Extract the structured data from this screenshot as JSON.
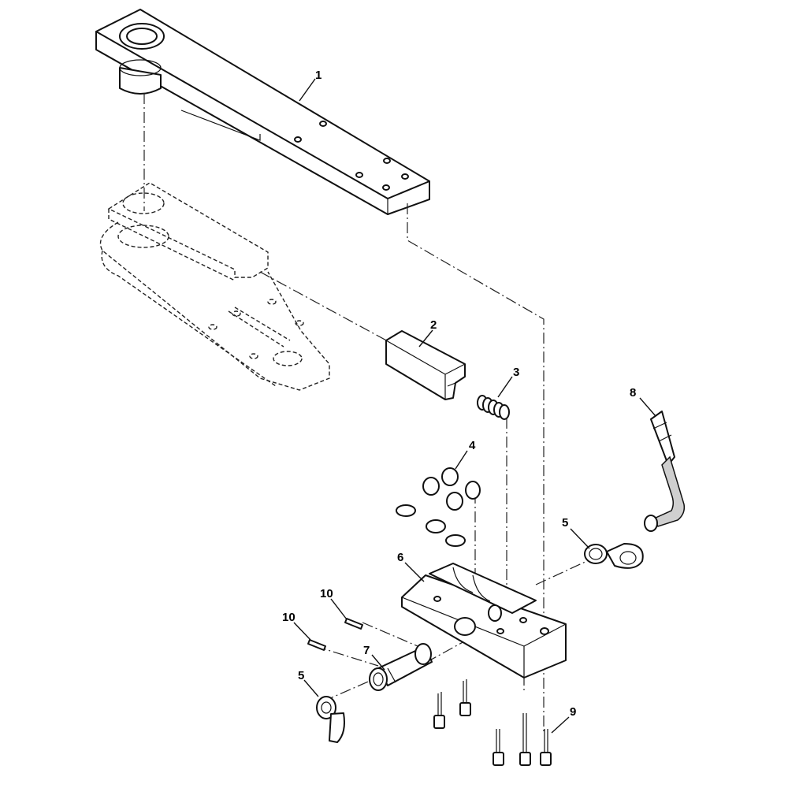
{
  "callouts": {
    "c1": "1",
    "c2": "2",
    "c3": "3",
    "c4": "4",
    "c5a": "5",
    "c5b": "5",
    "c6": "6",
    "c7": "7",
    "c8": "8",
    "c9": "9",
    "c10a": "10",
    "c10b": "10"
  }
}
